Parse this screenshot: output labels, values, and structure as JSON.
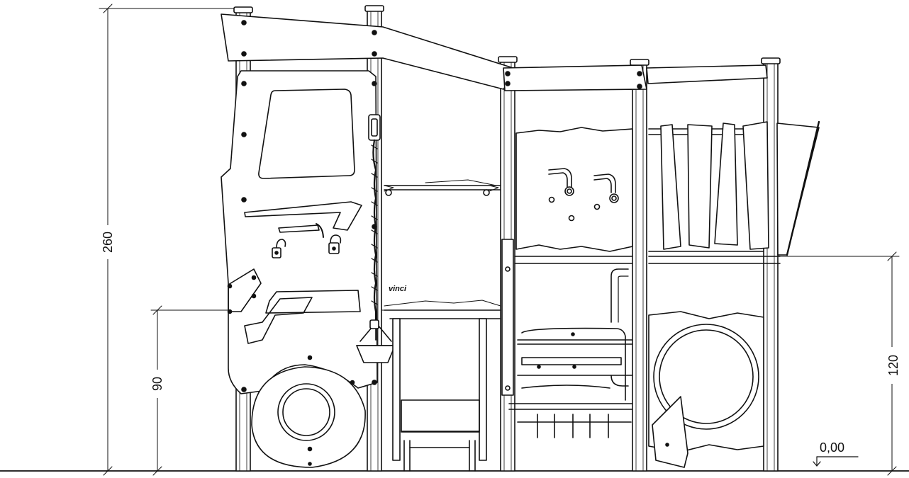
{
  "dimensions": {
    "total_height": "260",
    "platform_height": "90",
    "roof_platform_height": "120",
    "ground_level": "0,00"
  },
  "brand_mark": "vinci"
}
